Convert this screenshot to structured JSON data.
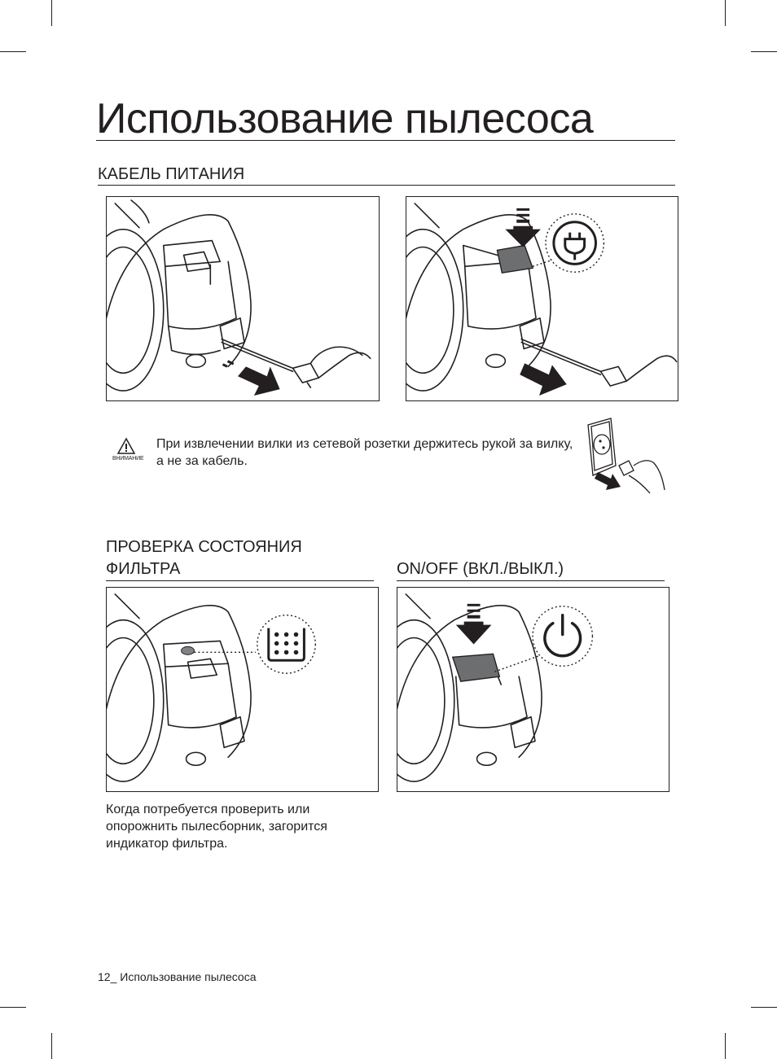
{
  "page": {
    "title": "Использование пылесоса"
  },
  "sections": {
    "power_cable": {
      "heading": "КАБЕЛЬ ПИТАНИЯ",
      "caution": {
        "label": "ВНИМАНИЕ",
        "text": "При извлечении вилки из сетевой розетки держитесь рукой за вилку, а не за кабель."
      }
    },
    "filter_check": {
      "heading_line1": "ПРОВЕРКА СОСТОЯНИЯ",
      "heading_line2": "ФИЛЬТРА",
      "text": "Когда потребуется проверить или опорожнить пылесборник, загорится индикатор фильтра."
    },
    "on_off": {
      "heading": "ON/OFF (ВКЛ./ВЫКЛ.)"
    }
  },
  "footer": {
    "page_number": "12",
    "text": "_ Использование пылесоса"
  },
  "icons": [
    "warning-icon",
    "plug-icon",
    "filter-indicator-icon",
    "power-icon",
    "wall-socket-icon",
    "arrow-icon"
  ],
  "colors": {
    "ink": "#231f20",
    "button_fill": "#6d6e70",
    "filter_led": "#808285"
  }
}
